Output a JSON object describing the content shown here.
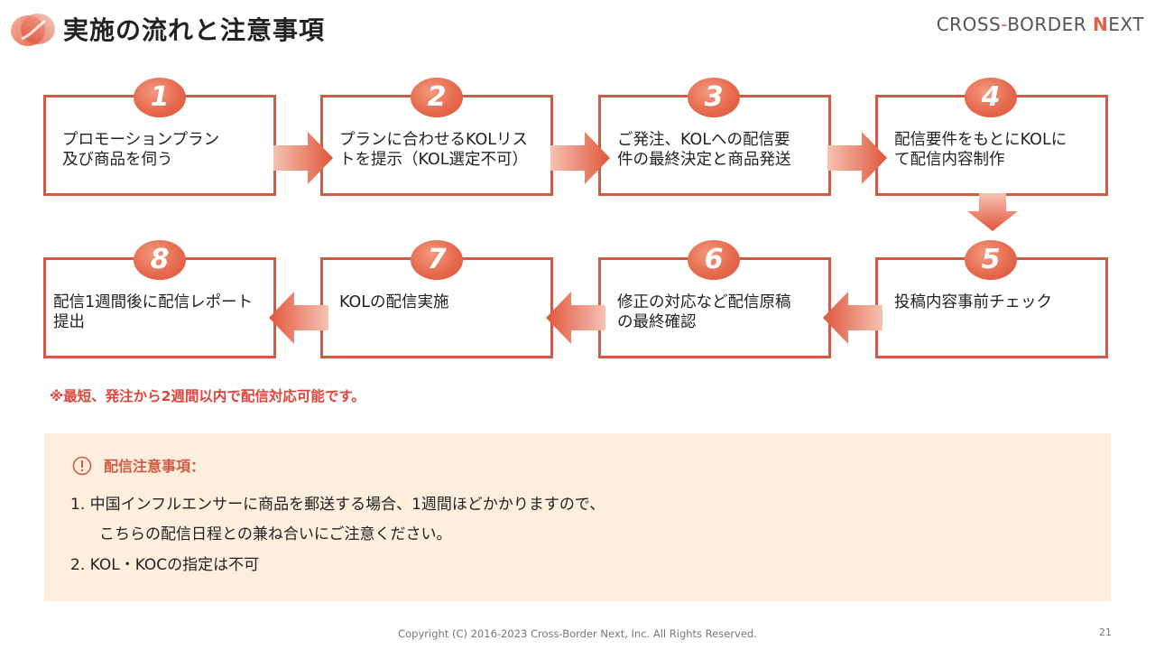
{
  "header": {
    "title": "実施の流れと注意事項",
    "brand_cross": "CROSS",
    "brand_dash": "-",
    "brand_border": "BORDER ",
    "brand_n": "N",
    "brand_ext": "EXT"
  },
  "steps": [
    {
      "number": "1",
      "text": "プロモーションプラン\n及び商品を伺う"
    },
    {
      "number": "2",
      "text": "プランに合わせるKOLリス\nトを提示（KOL選定不可）"
    },
    {
      "number": "3",
      "text": "ご発注、KOLへの配信要\n件の最終決定と商品発送"
    },
    {
      "number": "4",
      "text": "配信要件をもとにKOLに\nて配信内容制作"
    },
    {
      "number": "5",
      "text": "投稿内容事前チェック"
    },
    {
      "number": "6",
      "text": "修正の対応など配信原稿\nの最終確認"
    },
    {
      "number": "7",
      "text": "KOLの配信実施"
    },
    {
      "number": "8",
      "text": "配信1週間後に配信レポート\n提出"
    }
  ],
  "note": "※最短、発注から2週間以内で配信対応可能です。",
  "notice": {
    "title": "配信注意事項：",
    "item1_line1": "1. 中国インフルエンサーに商品を郵送する場合、1週間ほどかかりますので、",
    "item1_line2": "こちらの配信日程との兼ね合いにご注意ください。",
    "item2": "2. KOL・KOCの指定は不可"
  },
  "footer": {
    "copyright": "Copyright (C) 2016-2023 Cross-Border Next, Inc. All Rights Reserved.",
    "page_number": "21"
  },
  "colors": {
    "accent": "#cf5b42",
    "badge": "#e66a4d",
    "note_red": "#e0453a",
    "notice_bg": "#fdeedd"
  }
}
